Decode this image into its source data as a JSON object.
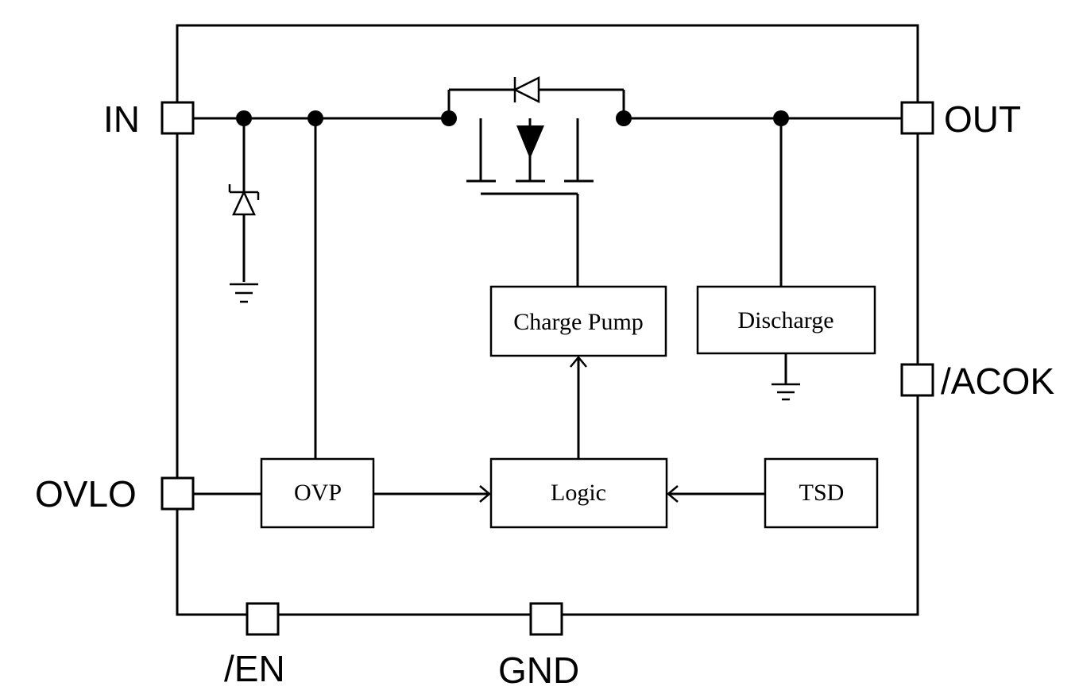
{
  "pins": {
    "in": "IN",
    "out": "OUT",
    "acok": "/ACOK",
    "ovlo": "OVLO",
    "en": "/EN",
    "gnd": "GND"
  },
  "blocks": {
    "charge_pump": "Charge Pump",
    "discharge": "Discharge",
    "ovp": "OVP",
    "logic": "Logic",
    "tsd": "TSD"
  }
}
